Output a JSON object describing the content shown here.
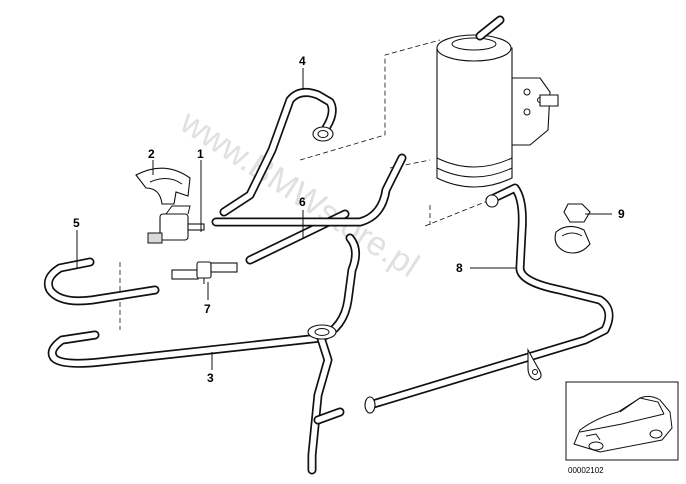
{
  "callouts": [
    {
      "id": "1",
      "label": "1"
    },
    {
      "id": "2",
      "label": "2"
    },
    {
      "id": "3",
      "label": "3"
    },
    {
      "id": "4",
      "label": "4"
    },
    {
      "id": "5",
      "label": "5"
    },
    {
      "id": "6",
      "label": "6"
    },
    {
      "id": "7",
      "label": "7"
    },
    {
      "id": "8",
      "label": "8"
    },
    {
      "id": "9",
      "label": "9"
    }
  ],
  "watermark": "www.BMWstore.pl",
  "reference_number": "00002102"
}
